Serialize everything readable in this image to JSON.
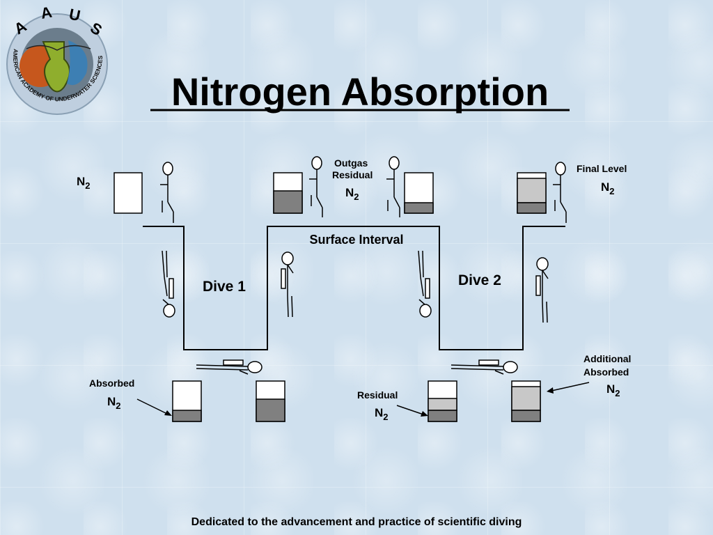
{
  "title": "Nitrogen Absorption",
  "logo": {
    "letters": [
      "A",
      "A",
      "U",
      "S"
    ],
    "ring_text": "AMERICAN ACADEMY OF UNDERWATER SCIENCES"
  },
  "labels": {
    "n2_top_left": "N2",
    "outgas": "Outgas",
    "residual_top": "Residual",
    "n2_top_mid": "N2",
    "final_level": "Final Level",
    "n2_top_right": "N2",
    "surface_interval": "Surface Interval",
    "dive1": "Dive 1",
    "dive2": "Dive 2",
    "absorbed": "Absorbed",
    "n2_absorbed": "N2",
    "residual_bottom": "Residual",
    "n2_residual": "N2",
    "additional": "Additional",
    "absorbed2": "Absorbed",
    "n2_additional": "N2"
  },
  "footer": "Dedicated to the advancement and practice of scientific diving",
  "colors": {
    "dark_fill": "#808080",
    "light_fill": "#c8c8c8",
    "tank_fill": "#ffffff",
    "line": "#000000"
  }
}
